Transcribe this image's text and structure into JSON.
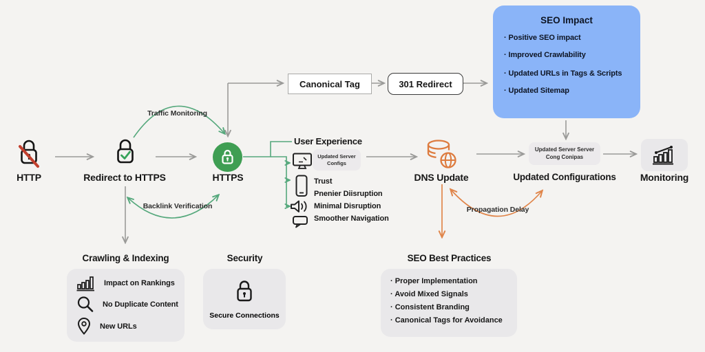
{
  "colors": {
    "background": "#f4f3f1",
    "https_green": "#3f9e53",
    "connector_green": "#55a87c",
    "orange": "#e0854a",
    "blue_box": "#8ab4f8",
    "arrow_gray": "#9a9a98",
    "slash_red": "#c2402e"
  },
  "flow": {
    "http": {
      "label": "HTTP"
    },
    "redirect_https": {
      "label": "Redirect to HTTPS"
    },
    "https": {
      "label": "HTTPS"
    },
    "canonical_tag": {
      "label": "Canonical Tag"
    },
    "redirect_301": {
      "label": "301 Redirect"
    },
    "dns_update": {
      "label": "DNS Update"
    },
    "updated_configurations": {
      "label": "Updated Configurations",
      "pill": {
        "line1": "Updated Server Server",
        "line2": "Cong Conipas"
      }
    },
    "monitoring": {
      "label": "Monitoring"
    }
  },
  "edge_labels": {
    "traffic_monitoring": "Traffic Monitoring",
    "backlink_verification": "Backlink Verification",
    "propagation_delay": "Propagation Delay"
  },
  "seo_impact": {
    "title": "SEO Impact",
    "items": [
      "Positive SEO impact",
      "Improved Crawlability",
      "Updated URLs in Tags & Scripts",
      "Updated Sitemap"
    ]
  },
  "user_experience": {
    "title": "User Experience",
    "pill": {
      "line1": "Updated Server",
      "line2": "Configs"
    },
    "items": [
      "Trust",
      "Pnenier Diisruption",
      "Minimal Disruption",
      "Smoother Navigation"
    ]
  },
  "crawling_indexing": {
    "title": "Crawling & Indexing",
    "items": [
      "Impact on Rankings",
      "No Duplicate Content",
      "New URLs"
    ]
  },
  "security": {
    "title": "Security",
    "item": "Secure Connections"
  },
  "seo_best_practices": {
    "title": "SEO Best Practices",
    "items": [
      "Proper Implementation",
      "Avoid Mixed Signals",
      "Consistent Branding",
      "Canonical Tags for Avoidance"
    ]
  }
}
